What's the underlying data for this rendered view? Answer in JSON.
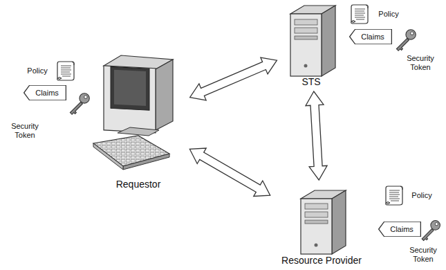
{
  "diagram": {
    "nodes": [
      {
        "text": [
          "Requestor"
        ]
      },
      {
        "text": [
          "STS"
        ]
      },
      {
        "text": [
          "Resource Provider"
        ]
      },
      {
        "text": [
          "Claims"
        ]
      },
      {
        "text": [
          "Claims"
        ]
      },
      {
        "text": [
          "Claims"
        ]
      }
    ],
    "edges": [
      {
        "from": 0,
        "to": 1,
        "arrow": "both"
      },
      {
        "from": 0,
        "to": 2,
        "arrow": "both"
      },
      {
        "from": 1,
        "to": 2,
        "arrow": "both"
      }
    ],
    "labels": [
      "Policy",
      "Security Token",
      "Policy",
      "Security Token",
      "Policy",
      "Security Token"
    ]
  }
}
